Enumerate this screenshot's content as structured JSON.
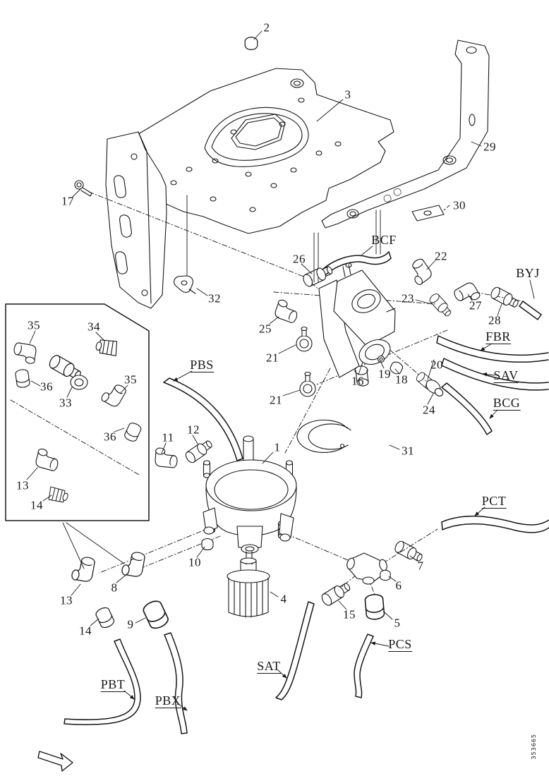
{
  "figure": {
    "vertical_id": "353665"
  },
  "callouts": {
    "c1": "1",
    "c2": "2",
    "c3": "3",
    "c4": "4",
    "c5": "5",
    "c6": "6",
    "c7": "7",
    "c8": "8",
    "c9": "9",
    "c10": "10",
    "c11": "11",
    "c12": "12",
    "c13": "13",
    "c13_inset": "13",
    "c14": "14",
    "c14_inset": "14",
    "c15": "15",
    "c16": "16",
    "c17": "17",
    "c18": "18",
    "c19": "19",
    "c20": "20",
    "c21_upper": "21",
    "c21_lower": "21",
    "c22": "22",
    "c23": "23",
    "c24": "24",
    "c25": "25",
    "c26": "26",
    "c27": "27",
    "c28": "28",
    "c29": "29",
    "c30": "30",
    "c31": "31",
    "c32": "32",
    "c33": "33",
    "c34": "34",
    "c35_left": "35",
    "c35_right": "35",
    "c36_left": "36",
    "c36_right": "36"
  },
  "ports": {
    "bcf": "BCF",
    "byj": "BYJ",
    "fbr": "FBR",
    "sav": "SAV",
    "bcg": "BCG",
    "pbs": "PBS",
    "pct": "PCT",
    "pcs": "PCS",
    "sat": "SAT",
    "pbt": "PBT",
    "pbx": "PBX"
  }
}
